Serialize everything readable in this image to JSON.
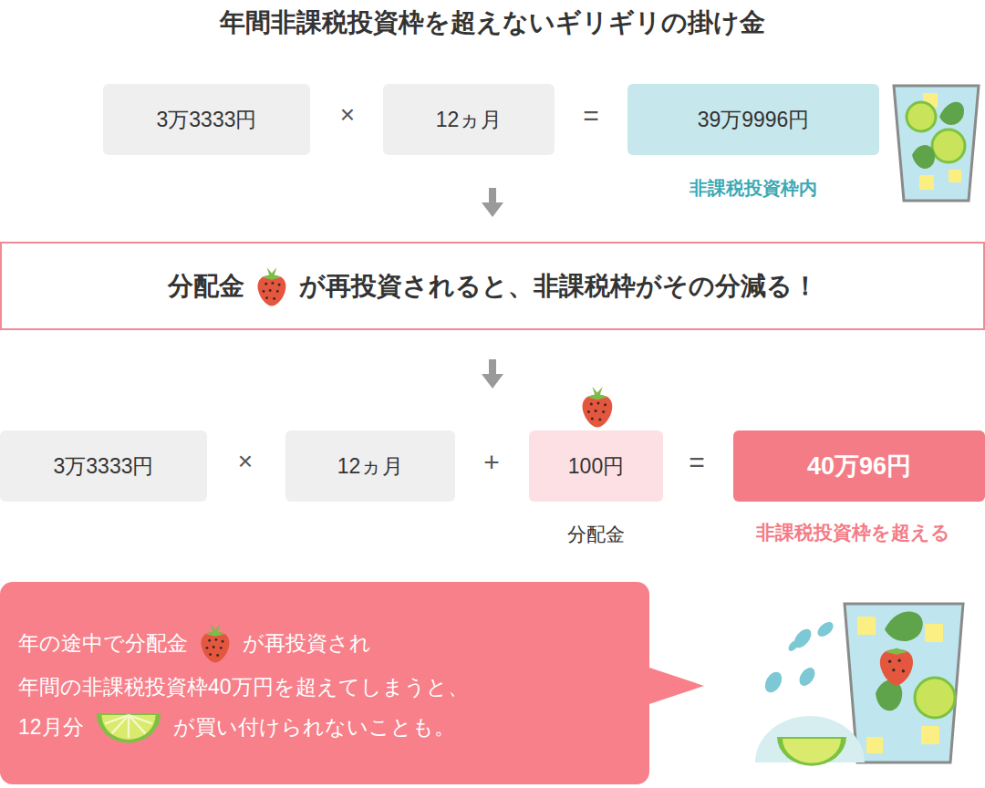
{
  "diagram": {
    "title": "年間非課税投資枠を超えないギリギリの掛け金",
    "nodes": [
      {
        "text": [
          "3万3333円"
        ]
      },
      {
        "text": [
          "12ヵ月"
        ]
      },
      {
        "text": [
          "39万9996円"
        ]
      },
      {
        "text": [
          "分配金",
          "が再投資されると、非課税枠がその分減る！"
        ]
      },
      {
        "text": [
          "3万3333円"
        ]
      },
      {
        "text": [
          "12ヵ月"
        ]
      },
      {
        "text": [
          "100円"
        ]
      },
      {
        "text": [
          "40万96円"
        ]
      },
      {
        "text": [
          "年の途中で分配金",
          "が再投資され",
          "年間の非課税投資枠40万円を超えてしまうと、",
          "12月分",
          "が買い付けられないことも。"
        ]
      }
    ],
    "labels": [
      "×",
      "=",
      "非課税投資枠内",
      "×",
      "+",
      "=",
      "分配金",
      "非課税投資枠を超える"
    ]
  }
}
